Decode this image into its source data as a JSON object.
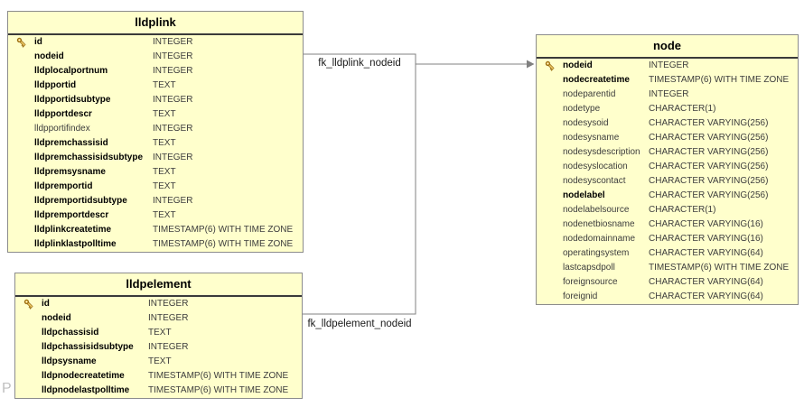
{
  "watermark": "P",
  "colors": {
    "table_fill": "#ffffcc",
    "table_border": "#8c8c8c",
    "header_divider": "#3a3a3a",
    "connector_gray": "#808080",
    "key_gold": "#f2cd68",
    "key_outline": "#9c7017",
    "regular_text": "#3d3d3d",
    "bold_text": "#000000"
  },
  "connections": [
    {
      "label": "fk_lldplink_nodeid",
      "from_table": "lldplink",
      "to_table": "node"
    },
    {
      "label": "fk_lldpelement_nodeid",
      "from_table": "lldpelement",
      "to_table": "node"
    }
  ],
  "tables": [
    {
      "title": "lldplink",
      "columns": [
        {
          "name": "id",
          "type": "INTEGER",
          "key": true,
          "bold": true
        },
        {
          "name": "nodeid",
          "type": "INTEGER",
          "bold": true
        },
        {
          "name": "lldplocalportnum",
          "type": "INTEGER",
          "bold": true
        },
        {
          "name": "lldpportid",
          "type": "TEXT",
          "bold": true
        },
        {
          "name": "lldpportidsubtype",
          "type": "INTEGER",
          "bold": true
        },
        {
          "name": "lldpportdescr",
          "type": "TEXT",
          "bold": true
        },
        {
          "name": "lldpportifindex",
          "type": "INTEGER",
          "bold": false
        },
        {
          "name": "lldpremchassisid",
          "type": "TEXT",
          "bold": true
        },
        {
          "name": "lldpremchassisidsubtype",
          "type": "INTEGER",
          "bold": true
        },
        {
          "name": "lldpremsysname",
          "type": "TEXT",
          "bold": true
        },
        {
          "name": "lldpremportid",
          "type": "TEXT",
          "bold": true
        },
        {
          "name": "lldpremportidsubtype",
          "type": "INTEGER",
          "bold": true
        },
        {
          "name": "lldpremportdescr",
          "type": "TEXT",
          "bold": true
        },
        {
          "name": "lldplinkcreatetime",
          "type": "TIMESTAMP(6) WITH TIME ZONE",
          "bold": true
        },
        {
          "name": "lldplinklastpolltime",
          "type": "TIMESTAMP(6) WITH TIME ZONE",
          "bold": true
        }
      ]
    },
    {
      "title": "lldpelement",
      "columns": [
        {
          "name": "id",
          "type": "INTEGER",
          "key": true,
          "bold": true
        },
        {
          "name": "nodeid",
          "type": "INTEGER",
          "bold": true
        },
        {
          "name": "lldpchassisid",
          "type": "TEXT",
          "bold": true
        },
        {
          "name": "lldpchassisidsubtype",
          "type": "INTEGER",
          "bold": true
        },
        {
          "name": "lldpsysname",
          "type": "TEXT",
          "bold": true
        },
        {
          "name": "lldpnodecreatetime",
          "type": "TIMESTAMP(6) WITH TIME ZONE",
          "bold": true
        },
        {
          "name": "lldpnodelastpolltime",
          "type": "TIMESTAMP(6) WITH TIME ZONE",
          "bold": true
        }
      ]
    },
    {
      "title": "node",
      "columns": [
        {
          "name": "nodeid",
          "type": "INTEGER",
          "key": true,
          "bold": true
        },
        {
          "name": "nodecreatetime",
          "type": "TIMESTAMP(6) WITH TIME ZONE",
          "bold": true
        },
        {
          "name": "nodeparentid",
          "type": "INTEGER",
          "bold": false
        },
        {
          "name": "nodetype",
          "type": "CHARACTER(1)",
          "bold": false
        },
        {
          "name": "nodesysoid",
          "type": "CHARACTER VARYING(256)",
          "bold": false
        },
        {
          "name": "nodesysname",
          "type": "CHARACTER VARYING(256)",
          "bold": false
        },
        {
          "name": "nodesysdescription",
          "type": "CHARACTER VARYING(256)",
          "bold": false
        },
        {
          "name": "nodesyslocation",
          "type": "CHARACTER VARYING(256)",
          "bold": false
        },
        {
          "name": "nodesyscontact",
          "type": "CHARACTER VARYING(256)",
          "bold": false
        },
        {
          "name": "nodelabel",
          "type": "CHARACTER VARYING(256)",
          "bold": true
        },
        {
          "name": "nodelabelsource",
          "type": "CHARACTER(1)",
          "bold": false
        },
        {
          "name": "nodenetbiosname",
          "type": "CHARACTER VARYING(16)",
          "bold": false
        },
        {
          "name": "nodedomainname",
          "type": "CHARACTER VARYING(16)",
          "bold": false
        },
        {
          "name": "operatingsystem",
          "type": "CHARACTER VARYING(64)",
          "bold": false
        },
        {
          "name": "lastcapsdpoll",
          "type": "TIMESTAMP(6) WITH TIME ZONE",
          "bold": false
        },
        {
          "name": "foreignsource",
          "type": "CHARACTER VARYING(64)",
          "bold": false
        },
        {
          "name": "foreignid",
          "type": "CHARACTER VARYING(64)",
          "bold": false
        }
      ]
    }
  ]
}
